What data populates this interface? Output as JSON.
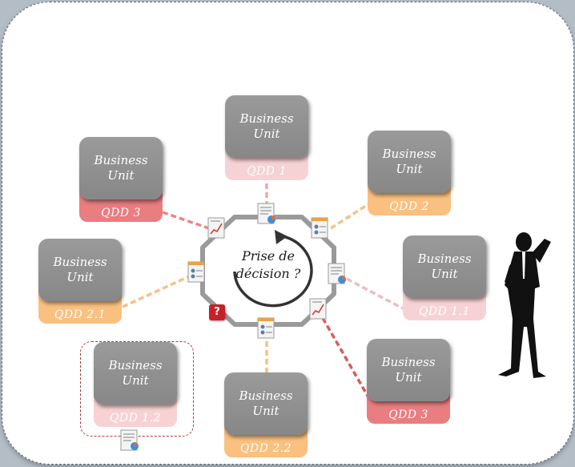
{
  "center": {
    "line1": "Prise de",
    "line2": "décision ?"
  },
  "question_mark": "?",
  "colors": {
    "red": "#e97d80",
    "pink": "#f7d2d4",
    "orange": "#f9c07f",
    "box": "#8f8f8f",
    "ring": "#9a9a9a"
  },
  "units": [
    {
      "line1": "Business",
      "line2": "Unit",
      "tag": "QDD 1",
      "tag_color": "pink"
    },
    {
      "line1": "Business",
      "line2": "Unit",
      "tag": "QDD 2",
      "tag_color": "orange"
    },
    {
      "line1": "Business",
      "line2": "Unit",
      "tag": "QDD 3",
      "tag_color": "red"
    },
    {
      "line1": "Business",
      "line2": "Unit",
      "tag": "QDD 2.1",
      "tag_color": "orange"
    },
    {
      "line1": "Business",
      "line2": "Unit",
      "tag": "QDD 1.1",
      "tag_color": "pink"
    },
    {
      "line1": "Business",
      "line2": "Unit",
      "tag": "QDD 1.2",
      "tag_color": "pink"
    },
    {
      "line1": "Business",
      "line2": "Unit",
      "tag": "QDD 2.2",
      "tag_color": "orange"
    },
    {
      "line1": "Business",
      "line2": "Unit",
      "tag": "QDD 3",
      "tag_color": "red"
    }
  ],
  "icons": [
    "report-chart-icon",
    "report-pie-icon",
    "report-people-icon",
    "question-icon",
    "thinking-person-icon"
  ]
}
